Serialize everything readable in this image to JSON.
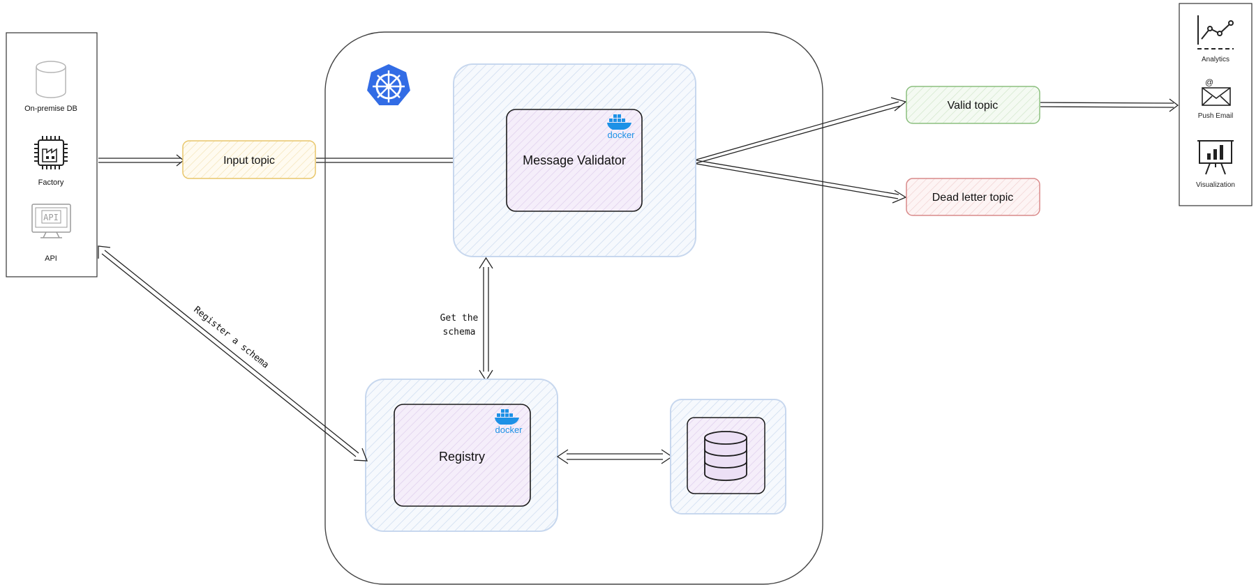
{
  "sources": {
    "db_label": "On-premise DB",
    "factory_label": "Factory",
    "api_label": "API",
    "api_icon_text": "API"
  },
  "topics": {
    "input": "Input topic",
    "valid": "Valid topic",
    "dead_letter": "Dead letter topic"
  },
  "cluster": {
    "validator_label": "Message Validator",
    "registry_label": "Registry",
    "docker_text": "docker"
  },
  "edges": {
    "get_schema_line1": "Get the",
    "get_schema_line2": "schema",
    "register_schema": "Register a schema"
  },
  "consumers": {
    "analytics_label": "Analytics",
    "push_email_label": "Push Email",
    "email_icon_at": "@",
    "visualization_label": "Visualization"
  },
  "colors": {
    "input_topic": "#fff8e6",
    "input_topic_border": "#e8c66a",
    "valid_topic": "#eef7ec",
    "valid_topic_border": "#8bbf7e",
    "dead_topic": "#fbeeee",
    "dead_topic_border": "#d98a8a",
    "container_fill": "#e8eff8",
    "container_border": "#c7d7ee",
    "docker_box": "#f0e6f7",
    "kubernetes_blue": "#326ce5",
    "docker_blue": "#1d91e6"
  }
}
